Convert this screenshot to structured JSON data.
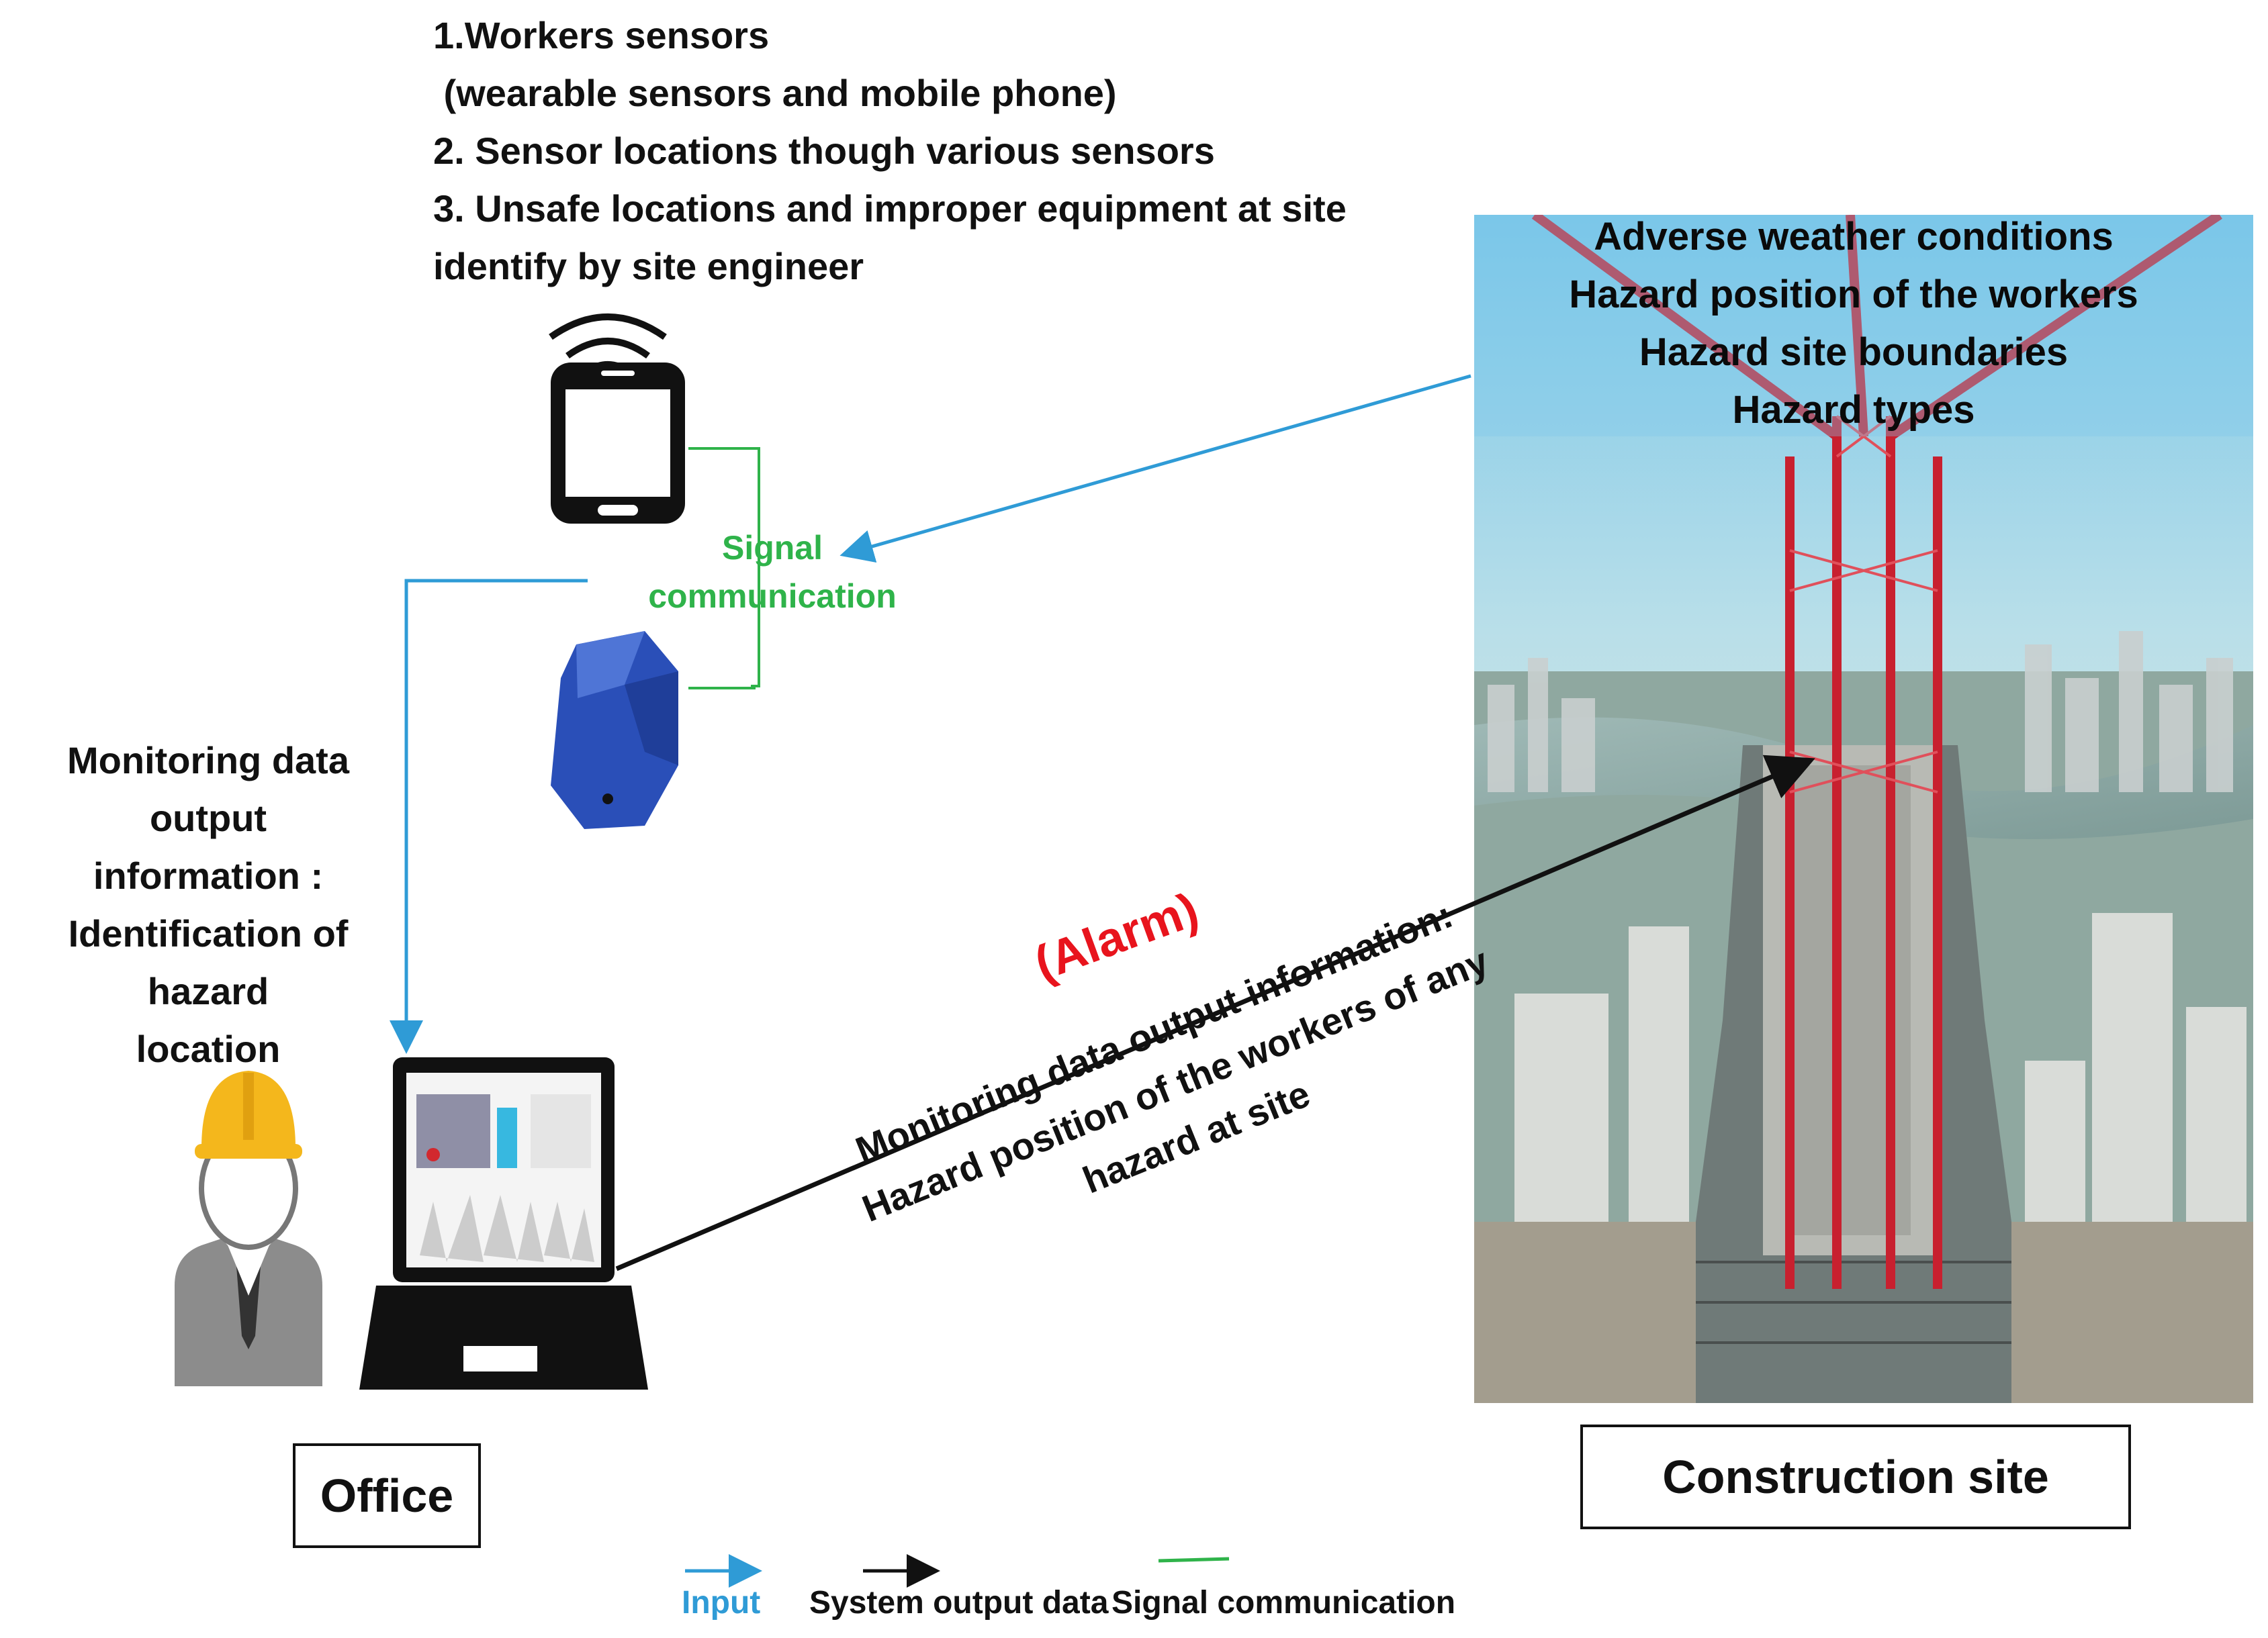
{
  "sensors_text": {
    "line1": "1.Workers sensors",
    "line2": " (wearable sensors and mobile phone)",
    "line3": "2. Sensor locations though various sensors",
    "line4": "3. Unsafe locations and improper equipment at site",
    "line5": "identify by site engineer"
  },
  "monitoring_text": {
    "line1": "Monitoring data output",
    "line2": "information :",
    "line3": "Identification of hazard",
    "line4": "location"
  },
  "signal_label": {
    "line1": "Signal",
    "line2": "communication"
  },
  "site_conditions": {
    "line1": "Adverse weather conditions",
    "line2": "Hazard position of the workers",
    "line3": "Hazard site boundaries",
    "line4": "Hazard types"
  },
  "alarm_label": "(Alarm)",
  "output_info": {
    "line1": "Monitoring data output information:",
    "line2": "Hazard position of the workers of any",
    "line3": "hazard at site"
  },
  "office_label": "Office",
  "site_label": "Construction site",
  "legend": {
    "input": "Input",
    "output": "System output data",
    "signal": "Signal communication"
  },
  "colors": {
    "input_arrow": "#2f9bd6",
    "output_arrow": "#111111",
    "signal_line": "#2fb34a",
    "alarm": "#e8141d",
    "helmet": "#f4b71c",
    "beacon": "#2a4fb8"
  }
}
